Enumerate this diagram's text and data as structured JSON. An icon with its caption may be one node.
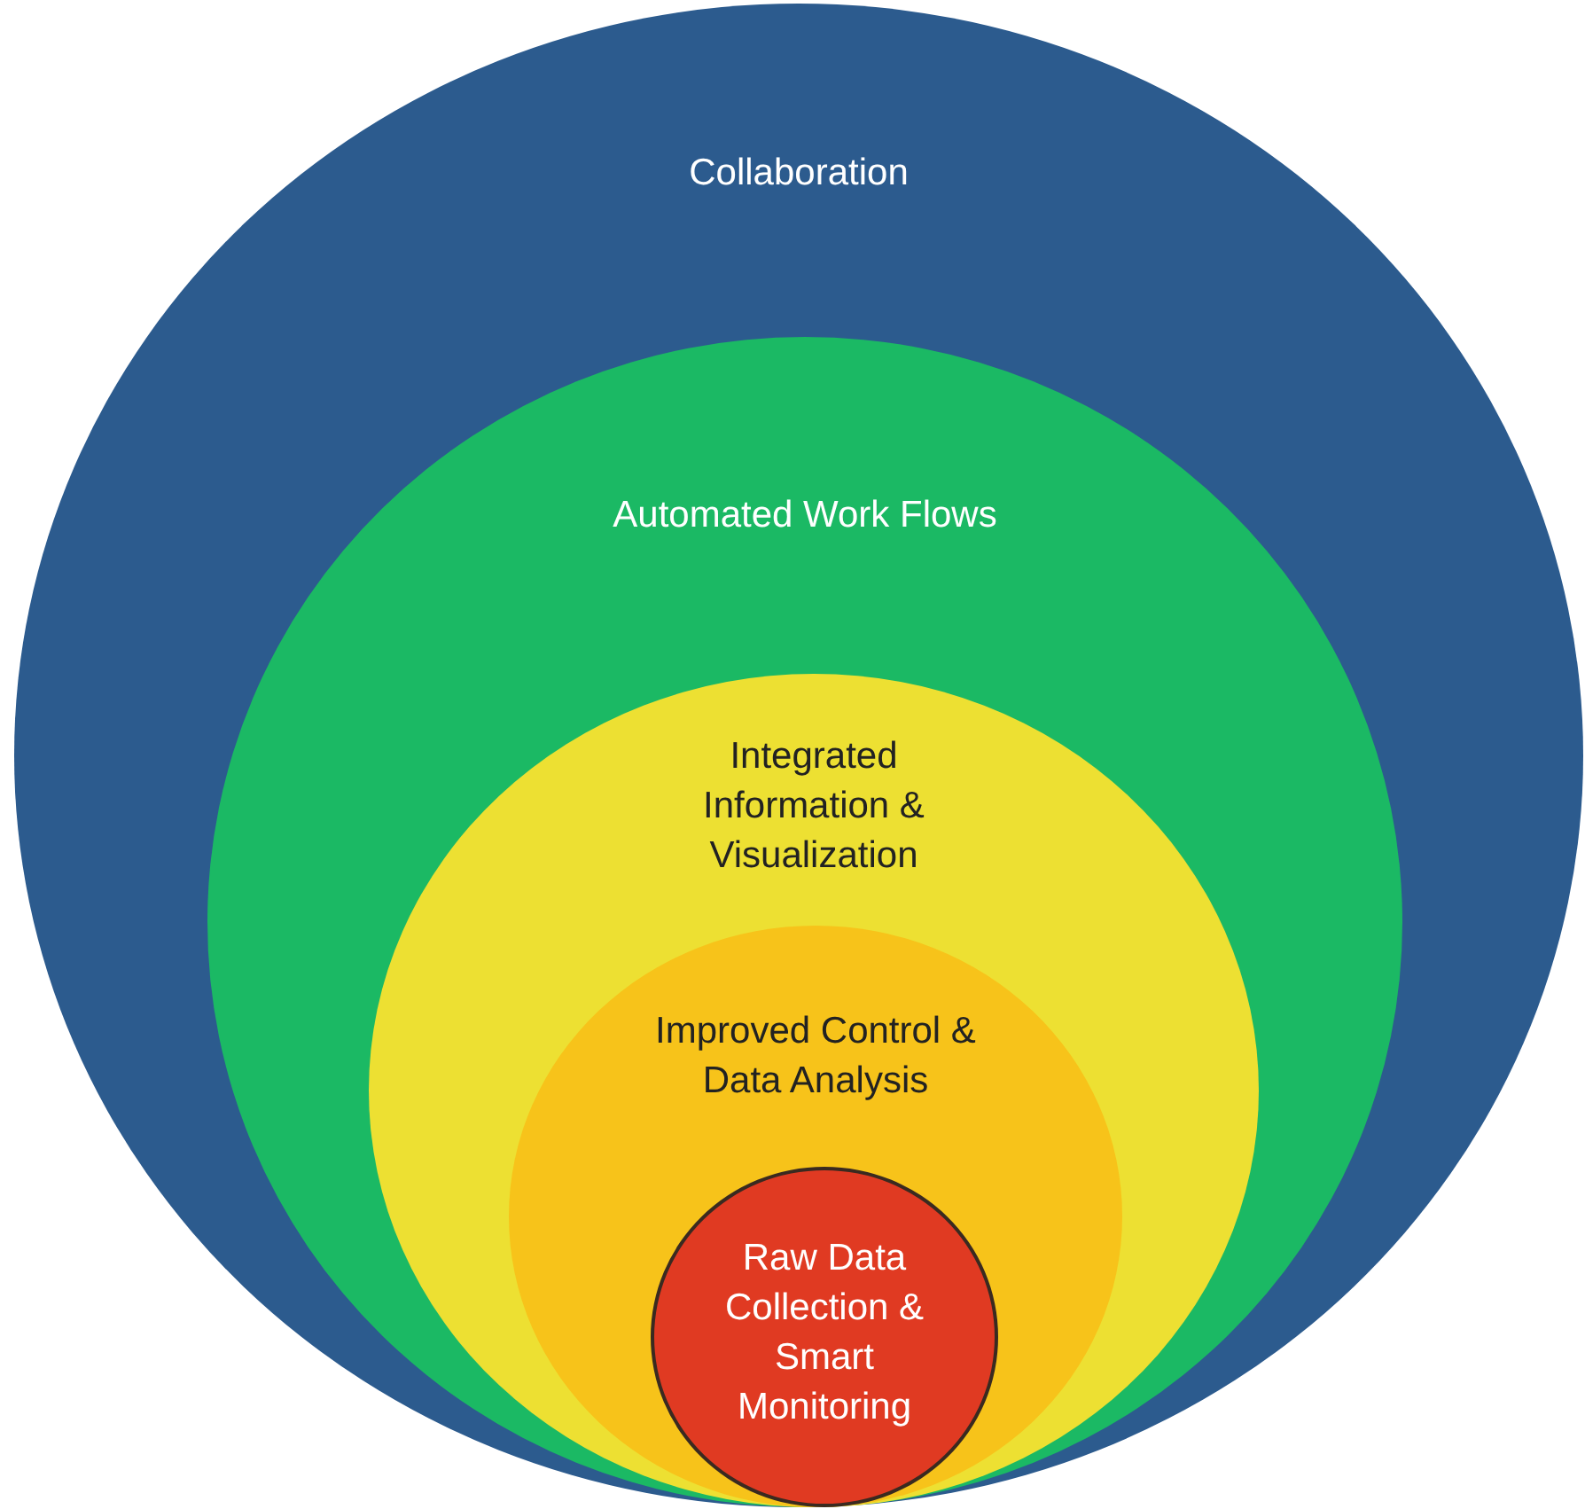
{
  "diagram": {
    "nodes": [
      {
        "text": [
          "Collaboration"
        ]
      },
      {
        "text": [
          "Automated Work Flows"
        ],
        "in": 0
      },
      {
        "text": [
          "Integrated Information & Visualization"
        ],
        "in": 1
      },
      {
        "text": [
          "Improved Control & Data Analysis"
        ],
        "in": 2
      },
      {
        "text": [
          "Raw Data Collection & Smart Monitoring"
        ],
        "in": 3
      }
    ]
  }
}
